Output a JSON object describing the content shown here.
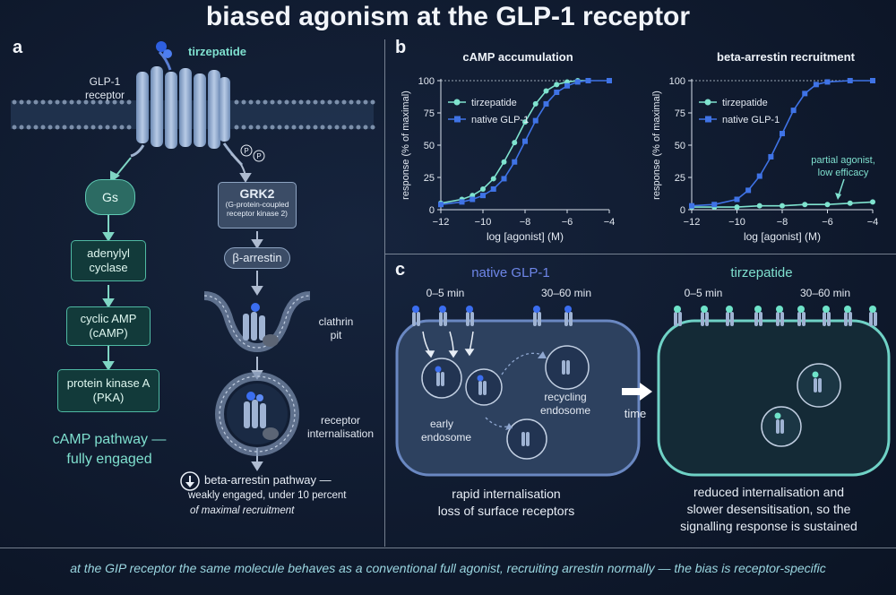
{
  "title": "biased agonism at the GLP-1 receptor",
  "footer": "at the GIP receptor the same molecule behaves as a conventional full agonist, recruiting arrestin normally — the bias is receptor-specific",
  "panel_a": {
    "label": "a",
    "ligand": "tirzepatide",
    "receptor_label": "GLP-1\nreceptor",
    "phospho": "P",
    "gs": "Gs",
    "adenylyl": "adenylyl\ncyclase",
    "camp": "cyclic AMP\n(cAMP)",
    "pka": "protein kinase A\n(PKA)",
    "camp_pathway": "cAMP pathway —\nfully engaged",
    "grk2": "GRK2",
    "grk2_full": "(G-protein-coupled\nreceptor kinase 2)",
    "barrestin": "β-arrestin",
    "clathrin": "clathrin\npit",
    "internalisation": "receptor\ninternalisation",
    "arrestin_pathway_1": "beta-arrestin pathway —",
    "arrestin_pathway_2": "weakly engaged, under 10 percent",
    "arrestin_pathway_3": "of maximal recruitment"
  },
  "panel_b": {
    "label": "b",
    "annotation": "partial agonist,\nlow efficacy"
  },
  "chart_data": [
    {
      "type": "line",
      "title": "cAMP accumulation",
      "xlabel": "log [agonist] (M)",
      "ylabel": "response (% of maximal)",
      "xlim": [
        -12,
        -4
      ],
      "ylim": [
        0,
        100
      ],
      "xticks": [
        -12,
        -10,
        -8,
        -6,
        -4
      ],
      "yticks": [
        0,
        25,
        50,
        75,
        100
      ],
      "legend": "top-left",
      "series": [
        {
          "name": "tirzepatide",
          "color": "#7fe3cf",
          "marker": "circle",
          "x": [
            -12,
            -11,
            -10.5,
            -10,
            -9.5,
            -9,
            -8.5,
            -8,
            -7.5,
            -7,
            -6.5,
            -6,
            -5.5,
            -5
          ],
          "y": [
            5,
            8,
            11,
            16,
            24,
            37,
            52,
            68,
            82,
            92,
            97,
            99,
            100,
            100
          ]
        },
        {
          "name": "native GLP-1",
          "color": "#3f73e6",
          "marker": "square",
          "x": [
            -12,
            -11,
            -10.5,
            -10,
            -9.5,
            -9,
            -8.5,
            -8,
            -7.5,
            -7,
            -6.5,
            -6,
            -5.5,
            -5,
            -4
          ],
          "y": [
            4,
            6,
            8,
            11,
            16,
            24,
            37,
            53,
            69,
            82,
            91,
            96,
            99,
            100,
            100
          ]
        }
      ]
    },
    {
      "type": "line",
      "title": "beta-arrestin recruitment",
      "xlabel": "log [agonist] (M)",
      "ylabel": "response (% of maximal)",
      "xlim": [
        -12,
        -4
      ],
      "ylim": [
        0,
        100
      ],
      "xticks": [
        -12,
        -10,
        -8,
        -6,
        -4
      ],
      "yticks": [
        0,
        25,
        50,
        75,
        100
      ],
      "legend": "top-left",
      "series": [
        {
          "name": "tirzepatide",
          "color": "#7fe3cf",
          "marker": "circle",
          "x": [
            -12,
            -11,
            -10,
            -9,
            -8,
            -7,
            -6,
            -5,
            -4
          ],
          "y": [
            2,
            2,
            2,
            3,
            3,
            4,
            4,
            5,
            6
          ]
        },
        {
          "name": "native GLP-1",
          "color": "#3f73e6",
          "marker": "square",
          "x": [
            -12,
            -11,
            -10,
            -9.5,
            -9,
            -8.5,
            -8,
            -7.5,
            -7,
            -6.5,
            -6,
            -5,
            -4
          ],
          "y": [
            3,
            4,
            8,
            15,
            26,
            41,
            59,
            77,
            90,
            97,
            99,
            100,
            100
          ]
        }
      ]
    }
  ],
  "panel_c": {
    "label": "c",
    "native_title": "native GLP-1",
    "tirz_title": "tirzepatide",
    "t1": "0–5 min",
    "t2": "30–60 min",
    "early_endosome": "early\nendosome",
    "recycling_endosome": "recycling\nendosome",
    "time": "time",
    "native_caption": "rapid internalisation\nloss of surface receptors",
    "tirz_caption": "reduced internalisation and\nslower desensitisation, so the\nsignalling response is sustained"
  },
  "colors": {
    "background": "#0f1a2e",
    "accent_teal": "#7fe0cf",
    "native_blue": "#3f73e6",
    "tirz_teal": "#7fe3cf"
  }
}
